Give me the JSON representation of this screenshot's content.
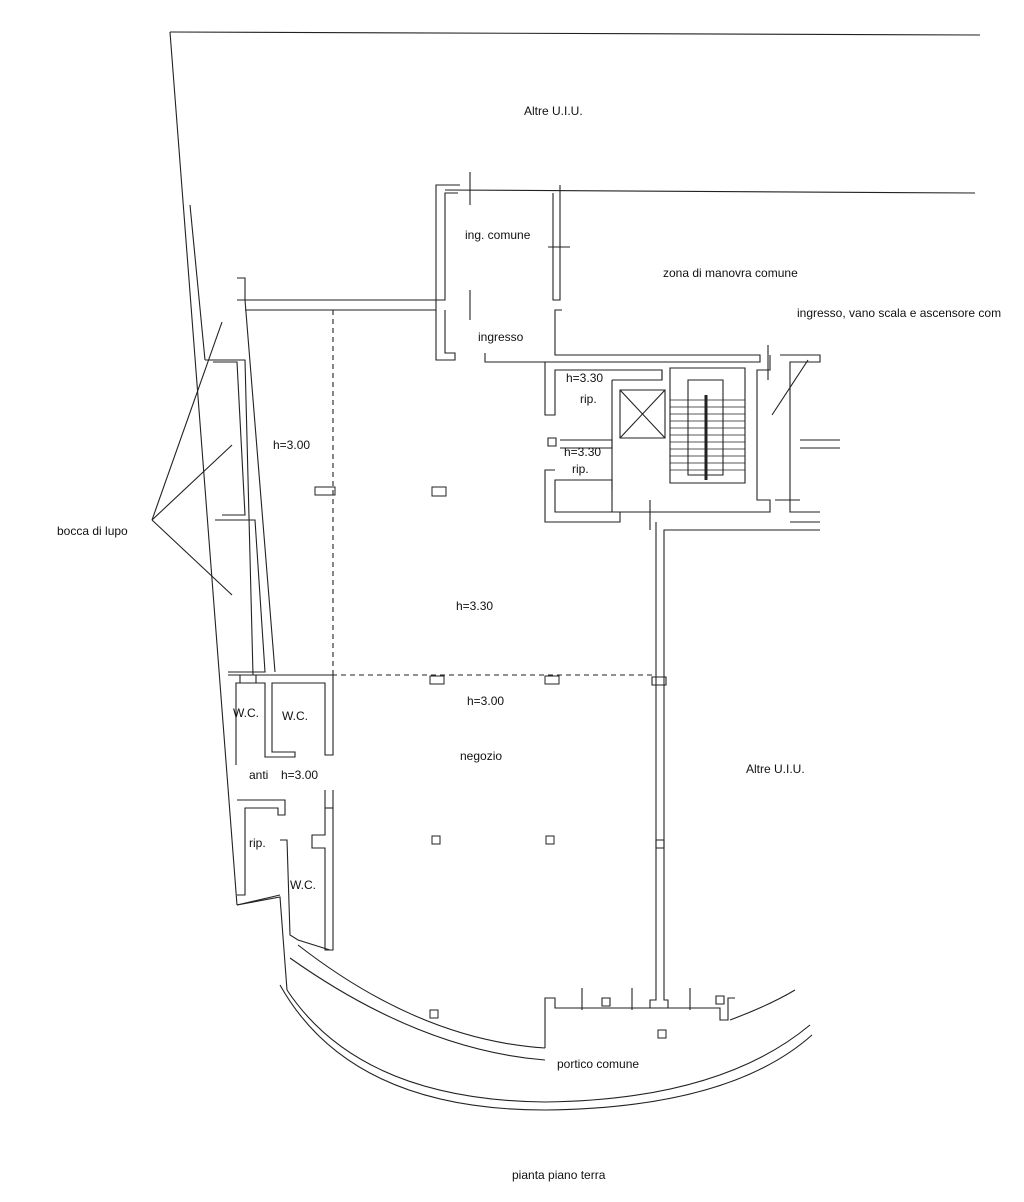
{
  "plan": {
    "title": "pianta piano terra",
    "labels": {
      "altre_top": "Altre U.I.U.",
      "ing_comune": "ing. comune",
      "zona_manovra": "zona di manovra comune",
      "ingresso_vano": "ingresso, vano scala e ascensore com",
      "ingresso": "ingresso",
      "h330_rip1": "h=3.30",
      "rip1": "rip.",
      "h330_rip2": "h=3.30",
      "rip2": "rip.",
      "h300_left": "h=3.00",
      "bocca_di_lupo": "bocca di lupo",
      "h330_center": "h=3.30",
      "wc1": "W.C.",
      "wc2": "W.C.",
      "h300_center": "h=3.00",
      "negozio": "negozio",
      "anti": "anti",
      "h300_anti": "h=3.00",
      "altre_right": "Altre U.I.U.",
      "rip3": "rip.",
      "wc3": "W.C.",
      "portico": "portico comune"
    }
  }
}
